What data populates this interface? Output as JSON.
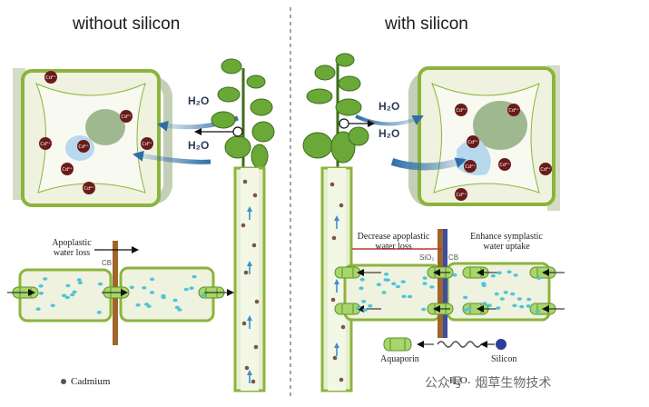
{
  "panels": {
    "left_title": "without silicon",
    "right_title": "with silicon"
  },
  "labels": {
    "h2o": "H₂O",
    "cd_ion": "Cd²⁺",
    "apoplastic_loss_line1": "Apoplastic",
    "apoplastic_loss_line2": "water loss",
    "cb": "CB",
    "sio2": "SiO₂",
    "decrease_line1": "Decrease apoplastic",
    "decrease_line2": "water loss",
    "enhance_line1": "Enhance symplastic",
    "enhance_line2": "water uptake",
    "aquaporin": "Aquaporin",
    "silicon": "Silicon",
    "cadmium": "Cadmium"
  },
  "watermark": "公众号 · 烟草生物技术",
  "colors": {
    "cell_wall": "#8cb43c",
    "cell_fill": "#eef2df",
    "cadmium": "#6b1a1a",
    "water_dot": "#4fc3d9",
    "arrow_blue": "#2e6ea8",
    "casparian_band": "#a0652a",
    "silica_band": "#3a4fa0",
    "aquaporin": "#a8d66a",
    "leaf": "#6aa838"
  }
}
